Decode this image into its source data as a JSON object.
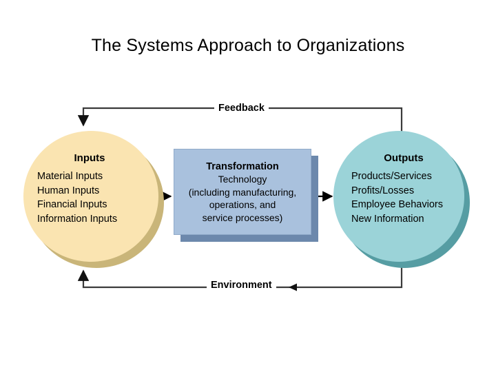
{
  "slide": {
    "title": "The Systems Approach to Organizations",
    "background_color": "#ffffff"
  },
  "diagram": {
    "type": "systems-model-flow",
    "nodes": {
      "inputs": {
        "heading": "Inputs",
        "shape": "ellipse",
        "fill_color": "#fae4b1",
        "shadow_color": "#c9b579",
        "items": [
          "Material Inputs",
          "Human Inputs",
          "Financial Inputs",
          "Information Inputs"
        ]
      },
      "transformation": {
        "heading": "Transformation",
        "shape": "rectangle",
        "fill_color": "#a9c1dd",
        "shadow_color": "#6c88ac",
        "lines": [
          "Technology",
          "(including manufacturing,",
          "operations, and",
          "service processes)"
        ]
      },
      "outputs": {
        "heading": "Outputs",
        "shape": "ellipse",
        "fill_color": "#9bd3d8",
        "shadow_color": "#569da3",
        "items": [
          "Products/Services",
          "Profits/Losses",
          "Employee Behaviors",
          "New Information"
        ]
      }
    },
    "connectors": {
      "inputs_to_transformation": {
        "label": "",
        "direction": "right",
        "color": "#000000"
      },
      "transformation_to_outputs": {
        "label": "",
        "direction": "right",
        "color": "#000000"
      },
      "feedback_loop": {
        "label": "Feedback",
        "direction": "outputs-to-inputs",
        "color": "#3a3a3a"
      },
      "environment_loop": {
        "label": "Environment",
        "direction": "outputs-to-inputs",
        "color": "#3a3a3a"
      }
    }
  }
}
